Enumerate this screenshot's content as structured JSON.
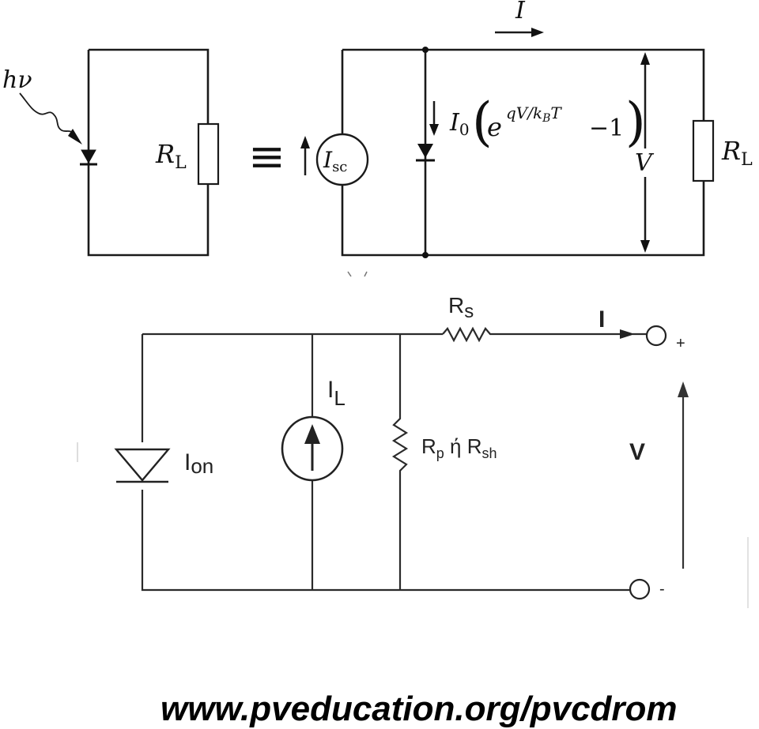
{
  "top_circuit": {
    "photon": "hν",
    "load": {
      "sym": "R",
      "sub": "L"
    },
    "equiv": "≡",
    "source": {
      "sym": "I",
      "sub": "sc"
    },
    "current": "I",
    "diode_current": {
      "pre": "I",
      "sub": "0",
      "e": "e",
      "exp": "qV/k",
      "exp_sub": "B",
      "exp_end": "T",
      "minus_one": "−1"
    },
    "voltage": "V",
    "load_right": {
      "sym": "R",
      "sub": "L"
    }
  },
  "bottom_circuit": {
    "series_resistor": {
      "sym": "R",
      "sub": "s"
    },
    "current": "I",
    "plus": "+",
    "minus": "-",
    "source": {
      "sym": "I",
      "sub": "L"
    },
    "diode": {
      "sym": "I",
      "sub": "on"
    },
    "shunt": {
      "sym": "R",
      "sub_p": "p",
      "or": " ή ",
      "sym2": "R",
      "sub_sh": "sh"
    },
    "voltage": "V"
  },
  "footer": {
    "url": "www.pveducation.org/pvcdrom"
  }
}
